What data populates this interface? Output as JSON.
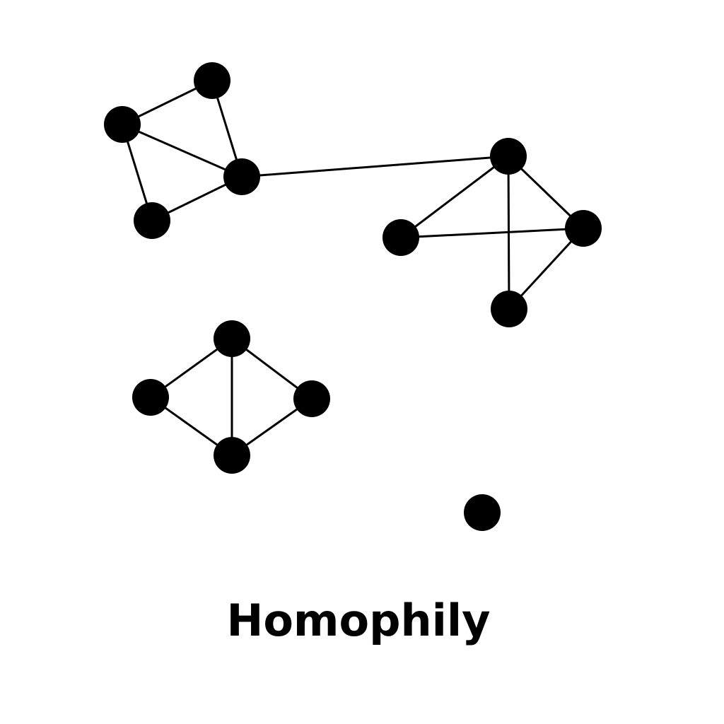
{
  "caption": "Homophily",
  "colors": {
    "background": "#ffffff",
    "ink": "#000000"
  },
  "graph": {
    "nodes": [
      {
        "id": "a1"
      },
      {
        "id": "a2"
      },
      {
        "id": "a3"
      },
      {
        "id": "a4"
      },
      {
        "id": "b1"
      },
      {
        "id": "b2"
      },
      {
        "id": "b3"
      },
      {
        "id": "b4"
      },
      {
        "id": "c1"
      },
      {
        "id": "c2"
      },
      {
        "id": "c3"
      },
      {
        "id": "c4"
      },
      {
        "id": "d1"
      }
    ],
    "edges": [
      [
        "a1",
        "a2"
      ],
      [
        "a1",
        "a3"
      ],
      [
        "a2",
        "a3"
      ],
      [
        "a2",
        "a4"
      ],
      [
        "a3",
        "a4"
      ],
      [
        "a3",
        "b1"
      ],
      [
        "b1",
        "b2"
      ],
      [
        "b1",
        "b3"
      ],
      [
        "b1",
        "b4"
      ],
      [
        "b2",
        "b3"
      ],
      [
        "b3",
        "b4"
      ],
      [
        "c1",
        "c2"
      ],
      [
        "c1",
        "c3"
      ],
      [
        "c1",
        "c4"
      ],
      [
        "c2",
        "c4"
      ],
      [
        "c3",
        "c4"
      ]
    ]
  }
}
